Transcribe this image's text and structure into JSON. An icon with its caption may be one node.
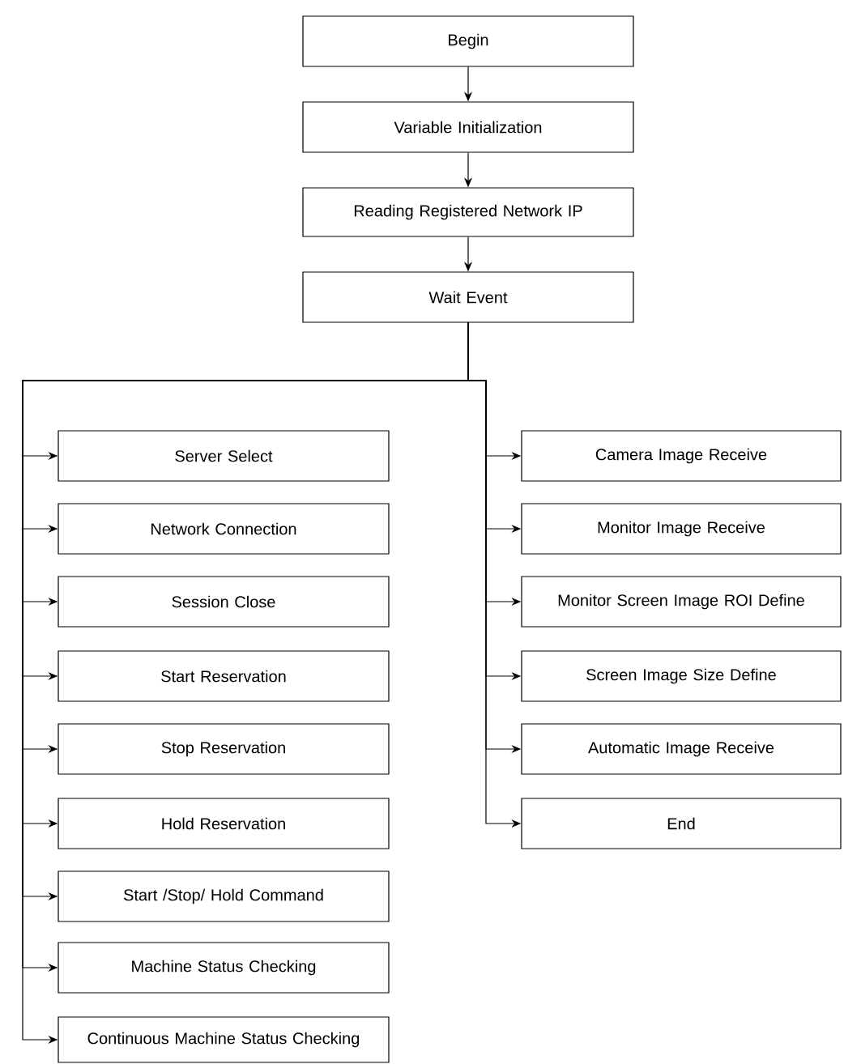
{
  "diagram": {
    "nodes": [
      {
        "text": [
          "Begin"
        ]
      },
      {
        "text": [
          "Variable Initialization"
        ]
      },
      {
        "text": [
          "Reading Registered Network IP"
        ]
      },
      {
        "text": [
          "Wait Event"
        ]
      },
      {
        "text": [
          "Server Select"
        ]
      },
      {
        "text": [
          "Network Connection"
        ]
      },
      {
        "text": [
          "Session Close"
        ]
      },
      {
        "text": [
          "Start Reservation"
        ]
      },
      {
        "text": [
          "Stop Reservation"
        ]
      },
      {
        "text": [
          "Hold Reservation"
        ]
      },
      {
        "text": [
          "Start /Stop/ Hold Command"
        ]
      },
      {
        "text": [
          "Machine Status Checking"
        ]
      },
      {
        "text": [
          "Continuous Machine Status Checking"
        ]
      },
      {
        "text": [
          "Camera Image Receive"
        ]
      },
      {
        "text": [
          "Monitor Image Receive"
        ]
      },
      {
        "text": [
          "Monitor Screen Image ROI Define"
        ]
      },
      {
        "text": [
          "Screen Image Size Define"
        ]
      },
      {
        "text": [
          "Automatic Image Receive"
        ]
      },
      {
        "text": [
          "End"
        ]
      }
    ],
    "edges": [
      {
        "from": 0,
        "to": 1,
        "arrow": "to"
      },
      {
        "from": 1,
        "to": 2,
        "arrow": "to"
      },
      {
        "from": 2,
        "to": 3,
        "arrow": "to"
      },
      {
        "from": 3,
        "to": 4,
        "arrow": "to"
      },
      {
        "from": 3,
        "to": 5,
        "arrow": "to"
      },
      {
        "from": 3,
        "to": 6,
        "arrow": "to"
      },
      {
        "from": 3,
        "to": 7,
        "arrow": "to"
      },
      {
        "from": 3,
        "to": 8,
        "arrow": "to"
      },
      {
        "from": 3,
        "to": 9,
        "arrow": "to"
      },
      {
        "from": 3,
        "to": 10,
        "arrow": "to"
      },
      {
        "from": 3,
        "to": 11,
        "arrow": "to"
      },
      {
        "from": 3,
        "to": 12,
        "arrow": "to"
      },
      {
        "from": 3,
        "to": 13,
        "arrow": "to"
      },
      {
        "from": 3,
        "to": 14,
        "arrow": "to"
      },
      {
        "from": 3,
        "to": 15,
        "arrow": "to"
      },
      {
        "from": 3,
        "to": 16,
        "arrow": "to"
      },
      {
        "from": 3,
        "to": 17,
        "arrow": "to"
      },
      {
        "from": 3,
        "to": 18,
        "arrow": "to"
      }
    ]
  }
}
